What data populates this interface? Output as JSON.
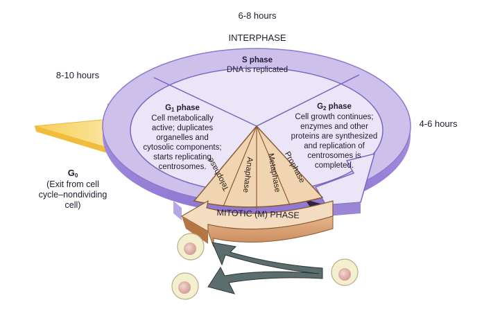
{
  "diagram": {
    "title": "Cell cycle",
    "interphase_label": "INTERPHASE",
    "mitotic_label": "MITOTIC (M) PHASE",
    "durations": {
      "s_phase": "6-8 hours",
      "g1_phase": "8-10 hours",
      "g2_phase": "4-6 hours"
    },
    "s_phase": {
      "title": "S phase",
      "lines": [
        "DNA is replicated"
      ]
    },
    "g1_phase": {
      "title_main": "G",
      "title_sub": "1",
      "title_rest": " phase",
      "lines": [
        "Cell metabolically",
        "active; duplicates",
        "organelles and",
        "cytosolic components;",
        "starts replicating",
        "centrosomes."
      ]
    },
    "g2_phase": {
      "title_main": "G",
      "title_sub": "2",
      "title_rest": " phase",
      "lines": [
        "Cell growth continues;",
        "enzymes and other",
        "proteins are synthesized",
        "and replication of",
        "centrosomes is",
        "completed."
      ]
    },
    "mitotic_stages": [
      "Telophase",
      "Anaphase",
      "Metaphase",
      "Prophase"
    ],
    "g0": {
      "title_main": "G",
      "title_sub": "0",
      "lines": [
        "(Exit from cell",
        "cycle–nondividing",
        "cell)"
      ]
    },
    "colors": {
      "interphase_fill": "#e6e0f4",
      "interphase_ring": "#cbbfe9",
      "interphase_edge": "#9b86d6",
      "interphase_stroke": "#7a66c2",
      "mitotic_fill": "#f1d5b3",
      "mitotic_band": "#d89d6e",
      "mitotic_stroke": "#8a5a32",
      "g0_arrow": "#f8d56a",
      "split_arrow": "#5c6d6d",
      "cell_fill": "#f4efcf",
      "nucleus_fill": "#e2b3ad"
    }
  }
}
